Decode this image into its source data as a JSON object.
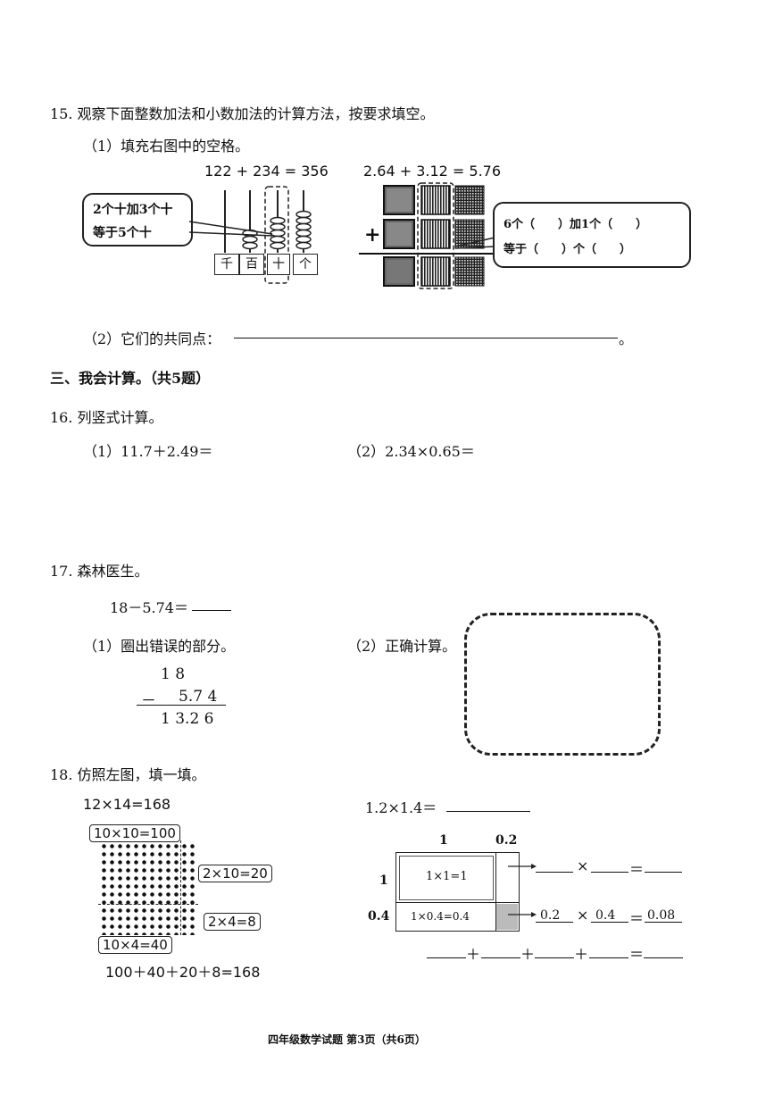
{
  "q15": {
    "title": "15.  观察下面整数加法和小数加法的计算方法，按要求填空。",
    "part1": "（1）填充右图中的空格。",
    "int_equation": "122 + 234 = 356",
    "dec_equation": "2.64 + 3.12 = 5.76",
    "callout_left_1": "2个十加3个十",
    "callout_left_2": "等于5个十",
    "place_values": [
      "千",
      "百",
      "十",
      "个"
    ],
    "plus_sign": "+",
    "callout_right_1": "6个（　　）加1个（　　）",
    "callout_right_2": "等于（　　）个（　　）",
    "part2": "（2）它们的共同点：",
    "part2_end": "。"
  },
  "section3": {
    "title": "三、我会计算。（共5题）"
  },
  "q16": {
    "title": "16.  列竖式计算。",
    "p1": "（1）11.7＋2.49＝",
    "p2": "（2）2.34×0.65＝"
  },
  "q17": {
    "title": "17.  森林医生。",
    "equation": "18－5.74＝",
    "p1": "（1）圈出错误的部分。",
    "p2": "（2）正确计算。",
    "row1": "1 8",
    "minus": "－",
    "row2": "5.7 4",
    "result": "1 3.2 6"
  },
  "q18": {
    "title": "18.  仿照左图，填一填。",
    "left_eq": "12×14=168",
    "label_100": "10×10=100",
    "label_20": "2×10=20",
    "label_8": "2×4=8",
    "label_40": "10×4=40",
    "sum": "100＋40＋20＋8=168",
    "right_eq": "1.2×1.4＝",
    "top_1": "1",
    "top_02": "0.2",
    "side_1": "1",
    "side_04": "0.4",
    "cell_a": "1×1=1",
    "cell_b": "1×0.4=0.4",
    "times": "×",
    "eq": "＝",
    "v02": "0.2",
    "v04": "0.4",
    "v008": "0.08",
    "plus": "＋"
  },
  "footer": "四年级数学试题  第3页（共6页）"
}
